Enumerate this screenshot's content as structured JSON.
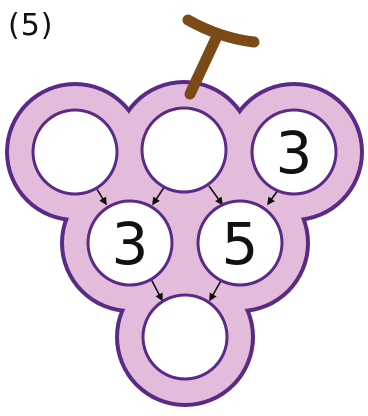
{
  "problem": {
    "label": "(5)"
  },
  "grape": {
    "colors": {
      "fill": "#e3bcdc",
      "outline": "#5a2a87",
      "stem": "#7a4a17",
      "cell": "#ffffff",
      "arrow": "#111111"
    },
    "cells": {
      "top_left": "",
      "top_middle": "",
      "top_right": "3",
      "middle_left": "3",
      "middle_right": "5",
      "bottom": ""
    }
  }
}
